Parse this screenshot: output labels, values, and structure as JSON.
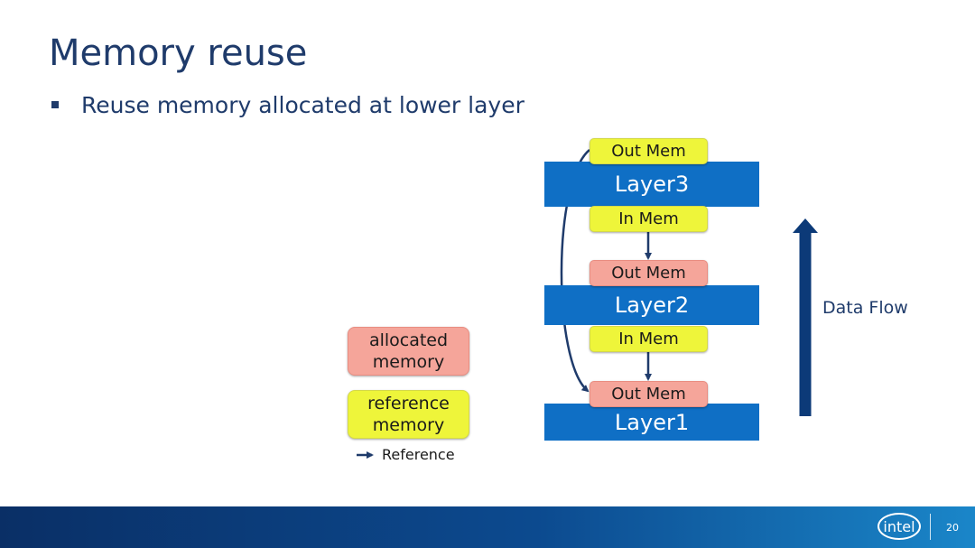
{
  "slide": {
    "title": "Memory reuse",
    "bullet": "Reuse memory allocated at lower layer",
    "page_number": "20",
    "logo_text": "intel"
  },
  "diagram": {
    "layers": [
      "Layer3",
      "Layer2",
      "Layer1"
    ],
    "layer3_out": "Out Mem",
    "layer3_in": "In Mem",
    "layer2_out": "Out Mem",
    "layer2_in": "In Mem",
    "layer1_out": "Out Mem",
    "data_flow_label": "Data Flow"
  },
  "legend": {
    "allocated": "allocated memory",
    "reference": "reference memory",
    "arrow_label": "Reference"
  },
  "colors": {
    "layer": "#0f6fc5",
    "reference_memory": "#eef53a",
    "allocated_memory": "#f5a59a",
    "arrow": "#1f3b6b",
    "title": "#1f3b6b"
  }
}
